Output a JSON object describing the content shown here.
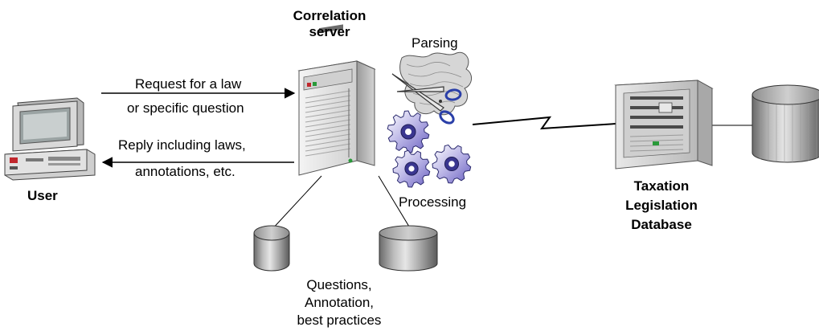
{
  "server": {
    "title_line1": "Correlation",
    "title_line2": "server"
  },
  "user": {
    "label": "User"
  },
  "arrows": {
    "request_line1": "Request for a law",
    "request_line2": "or specific question",
    "reply_line1": "Reply including laws,",
    "reply_line2": "annotations, etc."
  },
  "processes": {
    "parsing": "Parsing",
    "processing": "Processing"
  },
  "local_db": {
    "line1": "Questions,",
    "line2": "Annotation,",
    "line3": "best practices"
  },
  "remote_db": {
    "line1": "Taxation",
    "line2": "Legislation",
    "line3": "Database"
  },
  "icons": {
    "user_computer": "desktop-computer-icon",
    "correlation_server": "tower-server-icon",
    "parsing": "scissors-puzzle-icon",
    "processing": "gears-icon",
    "database": "database-cylinder-icon",
    "remote_server": "rack-server-icon"
  }
}
